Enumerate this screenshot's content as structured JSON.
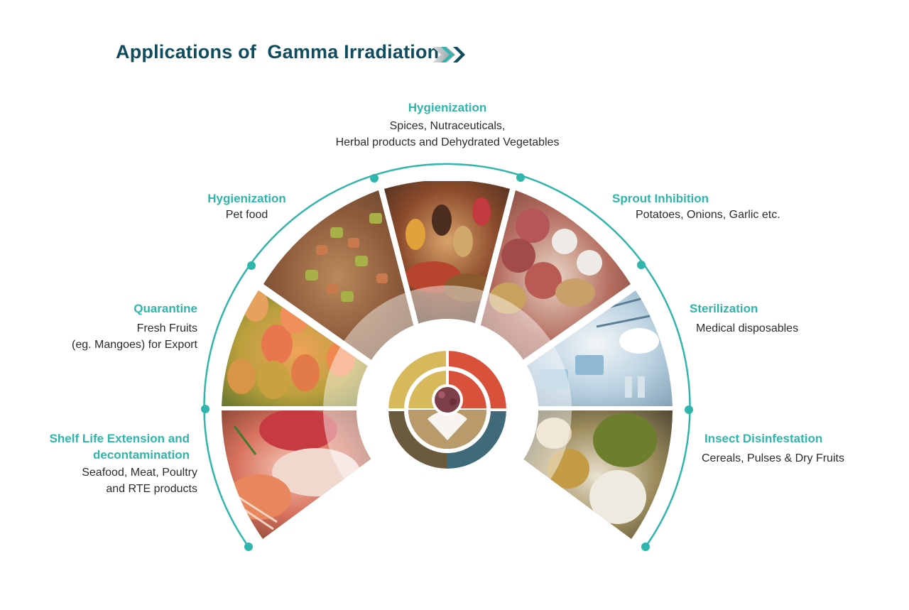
{
  "title": "Applications of  Gamma Irradiation",
  "colors": {
    "teal": "#2fb5ac",
    "title": "#0e4c5e",
    "text": "#2b2b2b"
  },
  "applications": [
    {
      "heading": "Hygienization",
      "lines": [
        "Spices, Nutraceuticals,",
        "Herbal products and Dehydrated Vegetables"
      ],
      "image": "spices-photo"
    },
    {
      "heading": "Hygienization",
      "lines": [
        "Pet food"
      ],
      "image": "pet-food-photo"
    },
    {
      "heading": "Sprout Inhibition",
      "lines": [
        "Potatoes, Onions, Garlic etc."
      ],
      "image": "onion-garlic-potato-photo"
    },
    {
      "heading": "Quarantine",
      "lines": [
        "Fresh Fruits",
        "(eg. Mangoes) for Export"
      ],
      "image": "mango-photo"
    },
    {
      "heading": "Sterilization",
      "lines": [
        "Medical disposables"
      ],
      "image": "medical-disposables-photo"
    },
    {
      "heading_lines": [
        "Shelf Life Extension and",
        "decontamination"
      ],
      "lines": [
        "Seafood, Meat, Poultry",
        "and RTE products"
      ],
      "image": "meat-seafood-photo"
    },
    {
      "heading": "Insect Disinfestation",
      "lines": [
        "Cereals, Pulses & Dry Fruits"
      ],
      "image": "grains-pulses-photo"
    }
  ],
  "center_logo": {
    "icon": "irradiation-logo-icon"
  }
}
